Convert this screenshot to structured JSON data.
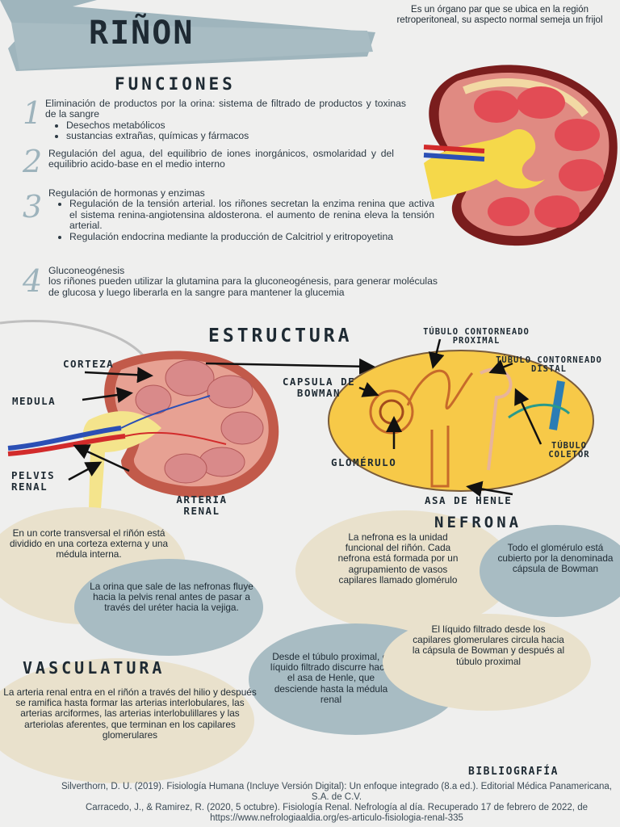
{
  "header": {
    "title": "RIÑON",
    "intro": "Es un órgano par que se ubica en la región retroperitoneal, su aspecto normal semeja un frijol"
  },
  "funciones": {
    "title": "FUNCIONES",
    "items": [
      {
        "num": "1",
        "text": "Eliminación de productos por la orina: sistema de filtrado de productos y toxinas de la sangre",
        "bullets": [
          "Desechos metabólicos",
          "sustancias extrañas, químicas y fármacos"
        ]
      },
      {
        "num": "2",
        "text": "Regulación del agua, del equilibrio de iones inorgánicos, osmolaridad y del equilibrio acido-base en el medio interno",
        "bullets": []
      },
      {
        "num": "3",
        "text": "Regulación de hormonas y enzimas",
        "bullets": [
          "Regulación de la tensión arterial. los riñones secretan la enzima renina que activa el sistema renina-angiotensina aldosterona. el aumento de renina eleva la tensión arterial.",
          "Regulación endocrina mediante la producción de Calcitriol y eritropoyetina"
        ]
      },
      {
        "num": "4",
        "text": "Gluconeogénesis",
        "detail": "los riñones pueden utilizar la glutamina para la gluconeogénesis, para generar moléculas de glucosa y luego liberarla en la sangre para mantener la glucemia",
        "bullets": []
      }
    ]
  },
  "estructura": {
    "title": "ESTRUCTURA",
    "labels": {
      "corteza": "CORTEZA",
      "medula": "MEDULA",
      "pelvis": "PELVIS RENAL",
      "arteria": "ARTERIA RENAL",
      "tcp": "TÚBULO CONTORNEADO PROXIMAL",
      "tcd": "TÚBULO CONTORNEADO DISTAL",
      "capsula": "CAPSULA DE BOWMAN",
      "glomerulo": "GLOMÉRULO",
      "colector": "TÚBULO COLETOR",
      "henle": "ASA DE HENLE"
    }
  },
  "blobs": {
    "corte": "En un corte transversal el riñón está dividido en una corteza externa y una médula interna.",
    "orina": "La orina que sale de las nefronas fluye hacia la pelvis renal antes de pasar a través del uréter hacia la vejiga.",
    "nefrona_title": "NEFRONA",
    "nefrona": "La nefrona es la unidad funcional del riñón. Cada nefrona está formada por un agrupamiento de vasos capilares llamado glomérulo",
    "glomerulo": "Todo el glomérulo está cubierto por la denominada cápsula de Bowman",
    "liquido": "El líquido filtrado desde los capilares glomerulares circula hacia la cápsula de Bowman y después al túbulo proximal",
    "tubulo": "Desde el túbulo proximal, el líquido filtrado discurre hacia el asa de Henle, que desciende hasta la médula renal",
    "vasc_title": "VASCULATURA",
    "vasc": "La arteria renal entra en el riñón a través del hilio y después se ramifica hasta formar las arterias interlobulares, las arterias arciformes, las arterias interlobulillares y las arteriolas aferentes, que terminan en los capilares glomerulares"
  },
  "bibliografia": {
    "title": "BIBLIOGRAFÍA",
    "refs": [
      "Silverthorn, D. U. (2019). Fisiología Humana (Incluye Versión Digital): Un enfoque integrado (8.a ed.). Editorial Médica Panamericana, S.A. de C.V.",
      "Carracedo, J., & Ramirez, R. (2020, 5 octubre). Fisiología Renal. Nefrología al día. Recuperado 17 de febrero de 2022, de https://www.nefrologiaaldia.org/es-articulo-fisiologia-renal-335"
    ]
  }
}
